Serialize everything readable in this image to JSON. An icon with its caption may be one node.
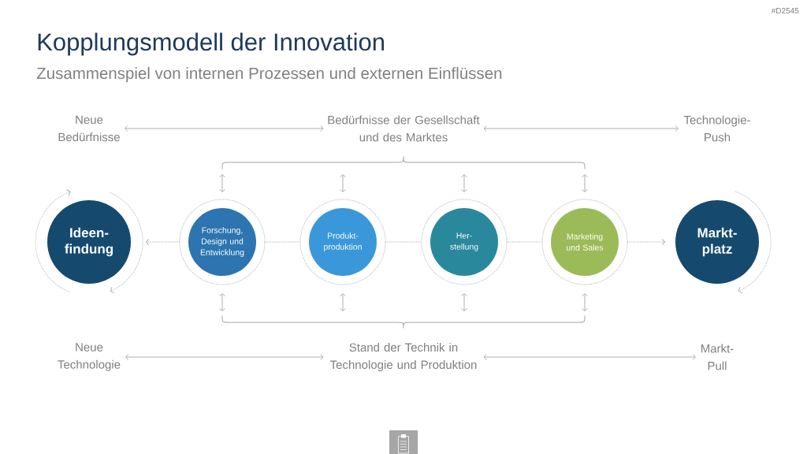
{
  "diagram": {
    "title": "Kopplungsmodell der Innovation",
    "nodes": [
      {
        "text": [
          "Neue Bedürfnisse"
        ]
      },
      {
        "text": [
          "Bedürfnisse der Gesellschaft und des Marktes"
        ]
      },
      {
        "text": [
          "Technologie- Push"
        ]
      },
      {
        "text": [],
        "shape": "brace"
      },
      {
        "text": [
          "Ideen- findung"
        ]
      },
      {
        "text": [
          "Forschung, Design und Entwicklung"
        ]
      },
      {
        "text": [
          "Produkt- produktion"
        ]
      },
      {
        "text": [
          "Her- stellung"
        ]
      },
      {
        "text": [
          "Marketing und Sales"
        ]
      },
      {
        "text": [
          "Markt- platz"
        ]
      },
      {
        "text": [],
        "shape": "brace"
      },
      {
        "text": [
          "Neue Technologie"
        ]
      },
      {
        "text": [
          "Stand der Technik in Technologie und Produktion"
        ]
      },
      {
        "text": [
          "Markt- Pull"
        ]
      }
    ],
    "edges": [
      {
        "from": 0,
        "to": 1,
        "arrow": "both"
      },
      {
        "from": 1,
        "to": 2,
        "arrow": "both"
      },
      {
        "from": 3,
        "to": 5,
        "arrow": "both"
      },
      {
        "from": 3,
        "to": 6,
        "arrow": "both"
      },
      {
        "from": 3,
        "to": 7,
        "arrow": "both"
      },
      {
        "from": 3,
        "to": 8,
        "arrow": "both"
      },
      {
        "from": 5,
        "to": 4,
        "arrow": "to",
        "style": "dashed"
      },
      {
        "from": 5,
        "to": 6,
        "arrow": "none",
        "style": "dashed"
      },
      {
        "from": 6,
        "to": 7,
        "arrow": "none",
        "style": "dashed"
      },
      {
        "from": 7,
        "to": 8,
        "arrow": "none",
        "style": "dashed"
      },
      {
        "from": 8,
        "to": 9,
        "arrow": "to",
        "style": "dashed"
      },
      {
        "from": 5,
        "to": 10,
        "arrow": "both"
      },
      {
        "from": 6,
        "to": 10,
        "arrow": "both"
      },
      {
        "from": 7,
        "to": 10,
        "arrow": "both"
      },
      {
        "from": 8,
        "to": 10,
        "arrow": "both"
      },
      {
        "from": 11,
        "to": 12,
        "arrow": "both"
      },
      {
        "from": 12,
        "to": 13,
        "arrow": "both"
      }
    ],
    "labels": [
      "#D2545",
      "Zusammenspiel von internen Prozessen und externen Einflüssen"
    ]
  }
}
